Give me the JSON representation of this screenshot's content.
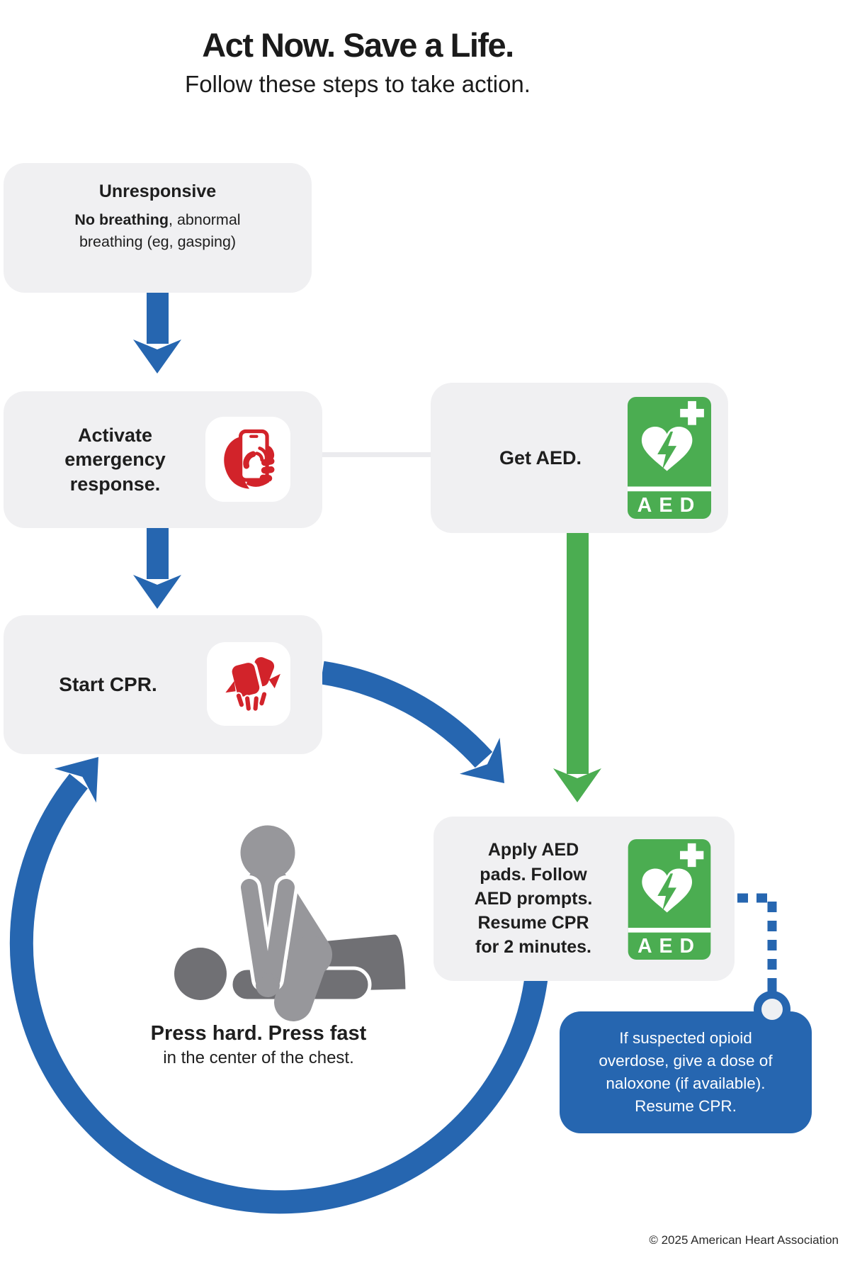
{
  "header": {
    "title": "Act Now. Save a Life.",
    "subtitle": "Follow these steps to take action."
  },
  "steps": {
    "unresponsive": {
      "title": "Unresponsive",
      "body_bold": "No breathing",
      "body_line1_rest": ", abnormal",
      "body_line2": "breathing (eg, gasping)"
    },
    "activate": {
      "lines": [
        "Activate",
        "emergency",
        "response."
      ],
      "icon": "phone-call-hand-icon"
    },
    "get_aed": {
      "label": "Get AED.",
      "icon": "aed-sign-icon"
    },
    "start_cpr": {
      "label": "Start CPR.",
      "icon": "cpr-hands-icon"
    },
    "apply_aed": {
      "lines": [
        "Apply AED",
        "pads. Follow",
        "AED prompts.",
        "Resume CPR",
        "for 2 minutes."
      ],
      "icon": "aed-sign-icon"
    },
    "naloxone": {
      "lines": [
        "If suspected opioid",
        "overdose, give a dose of",
        "naloxone (if available).",
        "Resume CPR."
      ]
    }
  },
  "cpr_note": {
    "line1": "Press hard. Press fast",
    "line2": "in the center of the chest."
  },
  "aed_sign_label": "AED",
  "footer": "© 2025 American Heart Association",
  "colors": {
    "blue": "#2666b0",
    "green": "#4bad51",
    "red": "#d2232a",
    "box_gray": "#f0f0f2",
    "connector_gray": "#ebebee",
    "victim_gray": "#707074",
    "rescuer_gray": "#97979b",
    "text": "#1e1e1e"
  }
}
